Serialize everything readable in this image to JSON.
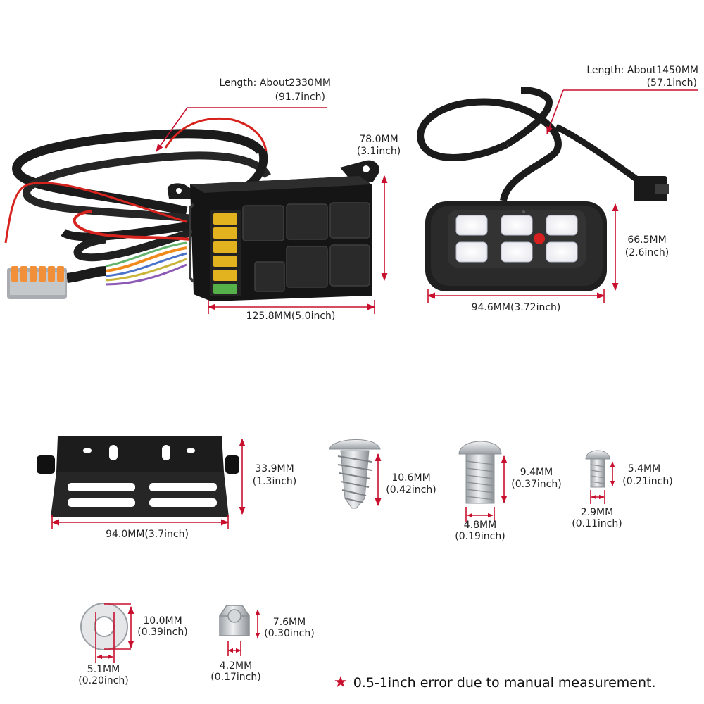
{
  "harness": {
    "length_mm": "Length: About2330MM",
    "length_inch": "(91.7inch)",
    "height_mm": "78.0MM",
    "height_inch": "(3.1inch)",
    "width": "125.8MM(5.0inch)"
  },
  "switch_panel": {
    "cable_length_mm": "Length: About1450MM",
    "cable_length_inch": "(57.1inch)",
    "height_mm": "66.5MM",
    "height_inch": "(2.6inch)",
    "width": "94.6MM(3.72inch)"
  },
  "bracket": {
    "height_mm": "33.9MM",
    "height_inch": "(1.3inch)",
    "width": "94.0MM(3.7inch)"
  },
  "self_tapping_screw": {
    "length_mm": "10.6MM",
    "length_inch": "(0.42inch)"
  },
  "machine_screw_large": {
    "length_mm": "9.4MM",
    "length_inch": "(0.37inch)",
    "diameter_mm": "4.8MM",
    "diameter_inch": "(0.19inch)"
  },
  "machine_screw_small": {
    "length_mm": "5.4MM",
    "length_inch": "(0.21inch)",
    "diameter_mm": "2.9MM",
    "diameter_inch": "(0.11inch)"
  },
  "washer": {
    "outer_mm": "10.0MM",
    "outer_inch": "(0.39inch)",
    "inner_mm": "5.1MM",
    "inner_inch": "(0.20inch)"
  },
  "nut": {
    "outer_mm": "7.6MM",
    "outer_inch": "(0.30inch)",
    "inner_mm": "4.2MM",
    "inner_inch": "(0.17inch)"
  },
  "footnote": "0.5-1inch error due to manual measurement.",
  "colors": {
    "dimension": "#c8102e",
    "product": "#1c1c1c"
  }
}
